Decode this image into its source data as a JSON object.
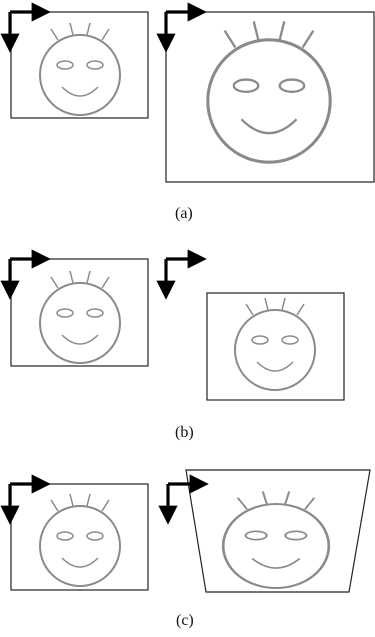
{
  "labels": {
    "a": "(a)",
    "b": "(b)",
    "c": "(c)"
  },
  "colors": {
    "frame": "#222222",
    "face": "#8a8a8a",
    "arrow": "#000000",
    "background": "#ffffff"
  },
  "icons": [
    "axis-arrow-icon",
    "smiley-face-icon"
  ]
}
